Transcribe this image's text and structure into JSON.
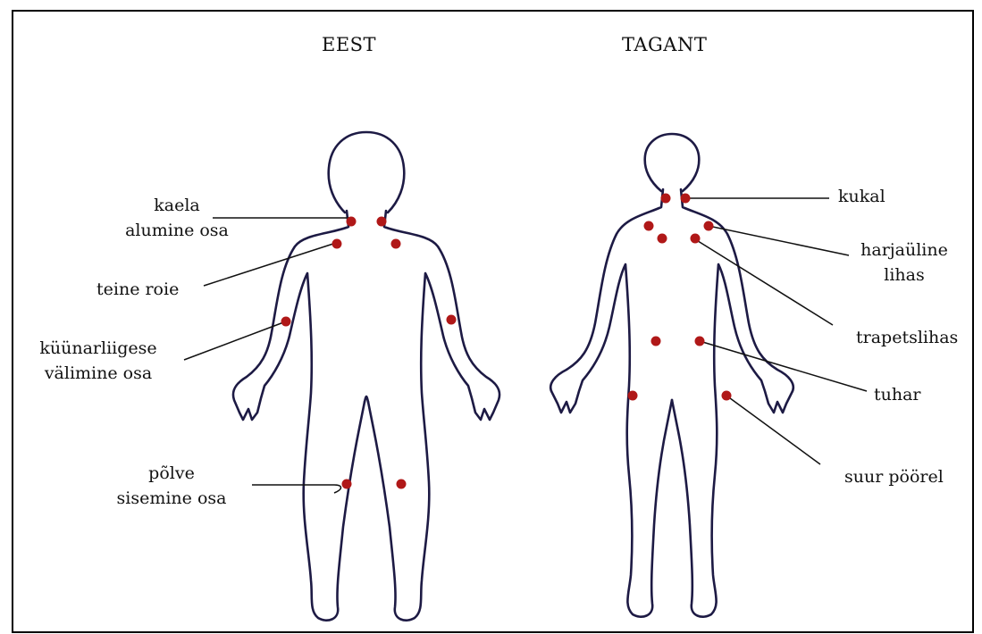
{
  "views": {
    "front_title": "EEST",
    "back_title": "TAGANT"
  },
  "labels": {
    "kaela_line1": "kaela",
    "kaela_line2": "alumine osa",
    "teine_roie": "teine roie",
    "kyynar_line1": "küünarliigese",
    "kyynar_line2": "välimine osa",
    "polve_line1": "põlve",
    "polve_line2": "sisemine osa",
    "kukal": "kukal",
    "harja_line1": "harjaüline",
    "harja_line2": "lihas",
    "trapets": "trapetslihas",
    "tuhar": "tuhar",
    "suur_poorel": "suur pöörel"
  },
  "colors": {
    "tender_point": "#b01818",
    "outline": "#1d1a44",
    "leader_line": "#111111",
    "frame": "#000000"
  }
}
